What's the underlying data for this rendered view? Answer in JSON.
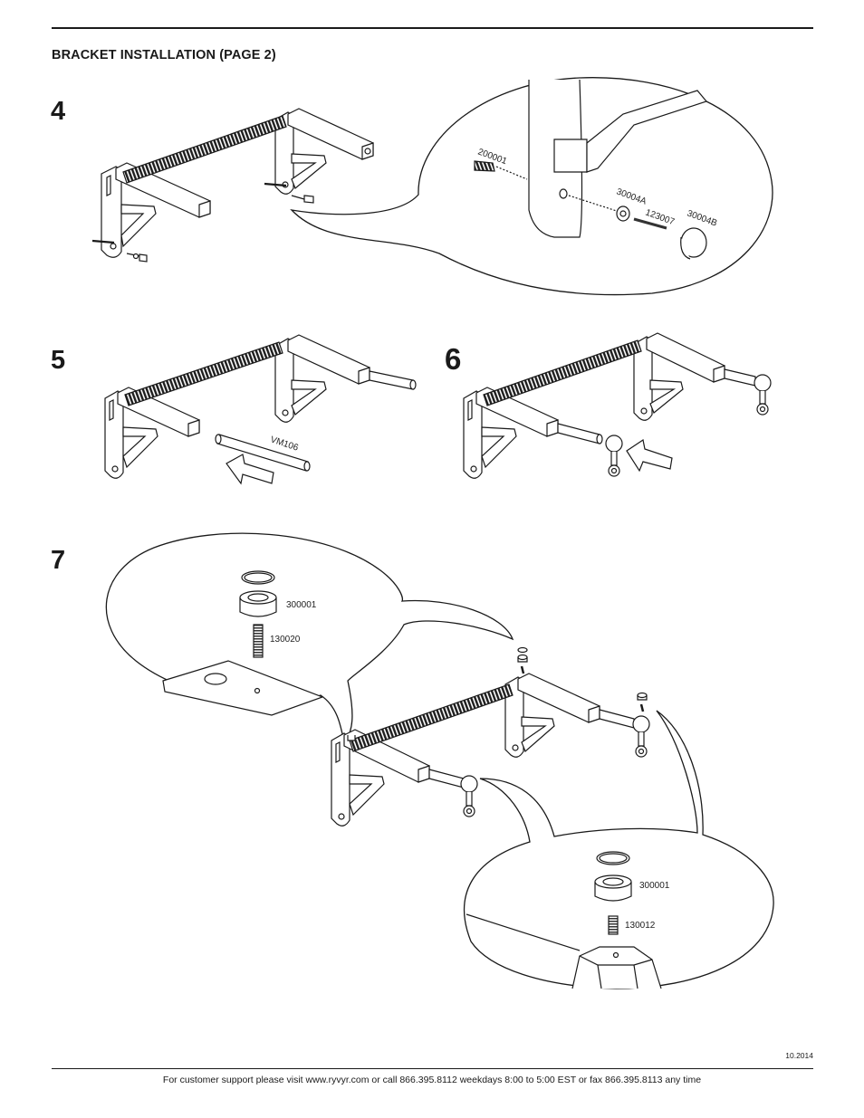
{
  "header": {
    "title": "BRACKET INSTALLATION (PAGE 2)"
  },
  "steps": [
    {
      "number": "4",
      "parts": [
        "200001",
        "30004A",
        "123007",
        "30004B"
      ]
    },
    {
      "number": "5",
      "parts": [
        "VM106"
      ]
    },
    {
      "number": "6",
      "parts": []
    },
    {
      "number": "7",
      "parts": [
        "300001",
        "130020",
        "300001",
        "130012"
      ]
    }
  ],
  "footer": {
    "date": "10.2014",
    "support": "For customer support please visit www.ryvyr.com or call 866.395.8112 weekdays 8:00 to 5:00 EST or fax 866.395.8113 any time"
  }
}
